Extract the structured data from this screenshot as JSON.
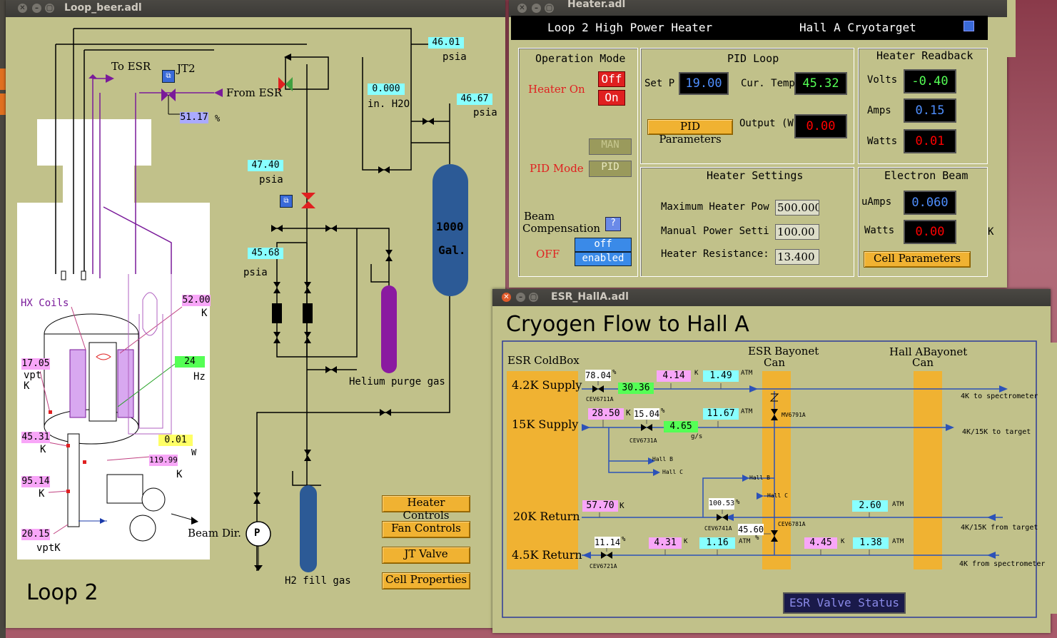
{
  "loop_window": {
    "title": "Loop_beer.adl",
    "loop_label": "Loop 2",
    "to_esr": "To ESR",
    "from_esr": "From ESR",
    "jt2": "JT2",
    "jt2_value": "51.17",
    "jt2_unit": "%",
    "hx_coils": "HX Coils",
    "beam_dir": "Beam Dir.",
    "p_symbol": "P",
    "tank_label_1": "1000",
    "tank_label_2": "Gal.",
    "helium_purge": "Helium purge gas",
    "h2_fill": "H2 fill gas",
    "readings": {
      "top_psia": "46.01",
      "top_psia_unit": "psia",
      "h2o": "0.000",
      "h2o_unit": "in. H2O",
      "right_psia": "46.67",
      "right_psia_unit": "psia",
      "mid_psia": "47.40",
      "mid_psia_unit": "psia",
      "low_psia": "45.68",
      "low_psia_unit": "psia",
      "t_52": "52.00",
      "t_52_unit": "K",
      "hz": "24",
      "hz_unit": "Hz",
      "vpt_top": "17.05",
      "vpt_top_label": "vpt",
      "vpt_top_unit": "K",
      "t_4531": "45.31",
      "t_4531_unit": "K",
      "watts": "0.01",
      "watts_unit": "W",
      "t_11999": "119.99",
      "t_11999_unit": "K",
      "t_9514": "95.14",
      "t_9514_unit": "K",
      "vpt_bot": "20.15",
      "vpt_bot_label": "vptK"
    },
    "buttons": [
      "Heater Controls",
      "Fan Controls",
      "JT Valve",
      "Cell Properties"
    ]
  },
  "heater_window": {
    "title": "Heater.adl",
    "header_left": "Loop 2 High Power Heater",
    "header_right": "Hall A Cryotarget",
    "operation_mode": {
      "title": "Operation Mode",
      "heater_on_label": "Heater On",
      "off_btn": "Off",
      "on_btn": "On",
      "pid_mode_label": "PID Mode",
      "man_btn": "MAN",
      "pid_btn": "PID",
      "beam_comp_label_1": "Beam",
      "beam_comp_label_2": "Compensation",
      "help_btn": "?",
      "off_state": "OFF",
      "off_opt": "off",
      "enabled_opt": "enabled"
    },
    "pid_loop": {
      "title": "PID Loop",
      "set_label": "Set P",
      "set_value": "19.00",
      "cur_label": "Cur. Temp",
      "cur_value": "45.32",
      "pid_params_btn": "PID Parameters",
      "output_label": "Output (W",
      "output_value": "0.00"
    },
    "readback": {
      "title": "Heater Readback",
      "volts_label": "Volts",
      "volts": "-0.40",
      "amps_label": "Amps",
      "amps": "0.15",
      "watts_label": "Watts",
      "watts": "0.01"
    },
    "settings": {
      "title": "Heater Settings",
      "max_label": "Maximum Heater Pow",
      "max_value": "500.000",
      "manual_label": "Manual Power Setti",
      "manual_value": "100.00",
      "res_label": "Heater Resistance:",
      "res_value": "13.400"
    },
    "beam": {
      "title": "Electron Beam",
      "uamps_label": "uAmps",
      "uamps": "0.060",
      "watts_label": "Watts",
      "watts": "0.00",
      "cell_btn": "Cell Parameters",
      "k_stub": "K"
    }
  },
  "esr_window": {
    "title": "ESR_HallA.adl",
    "heading": "Cryogen Flow to Hall A",
    "coldbox": "ESR ColdBox",
    "bayonet1_1": "ESR  Bayonet",
    "bayonet1_2": "Can",
    "bayonet2_1": "Hall ABayonet",
    "bayonet2_2": "Can",
    "lines": {
      "s42": "4.2K Supply",
      "s15": "15K Supply",
      "r20": "20K Return",
      "r45": "4.5K Return"
    },
    "values": {
      "v7804": "78.04",
      "v7804_u": "%",
      "cev6711": "CEV6711A",
      "v3036": "30.36",
      "v414": "4.14",
      "v414_u": "K",
      "v149": "1.49",
      "v149_u": "ATM",
      "to_spec": "4K to spectrometer",
      "mv6791": "MV6791A",
      "v2850": "28.50",
      "v2850_u": "K",
      "v1504": "15.04",
      "v1504_u": "%",
      "cev6731": "CEV6731A",
      "v465": "4.65",
      "v465_u": "g/s",
      "v1167": "11.67",
      "v1167_u": "ATM",
      "to_target": "4K/15K  to target",
      "hallb1": "Hall B",
      "hallc1": "Hall C",
      "hallb2": "Hall B",
      "hallc2": "Hall C",
      "v10053": "100.53",
      "v10053_u": "%",
      "cev6741": "CEV6741A",
      "v5770": "57.70",
      "v5770_u": "K",
      "v260": "2.60",
      "v260_u": "ATM",
      "from_target": "4K/15K from target",
      "v4560": "45.60",
      "v4560_u": "%",
      "cev6781": "CEV6781A",
      "v1114": "11.14",
      "v1114_u": "%",
      "cev6721": "CEV6721A",
      "v431": "4.31",
      "v431_u": "K",
      "v116": "1.16",
      "v116_u": "ATM",
      "v445": "4.45",
      "v445_u": "K",
      "v138": "1.38",
      "v138_u": "ATM",
      "from_spec": "4K from spectrometer"
    },
    "status_btn": "ESR Valve Status"
  }
}
